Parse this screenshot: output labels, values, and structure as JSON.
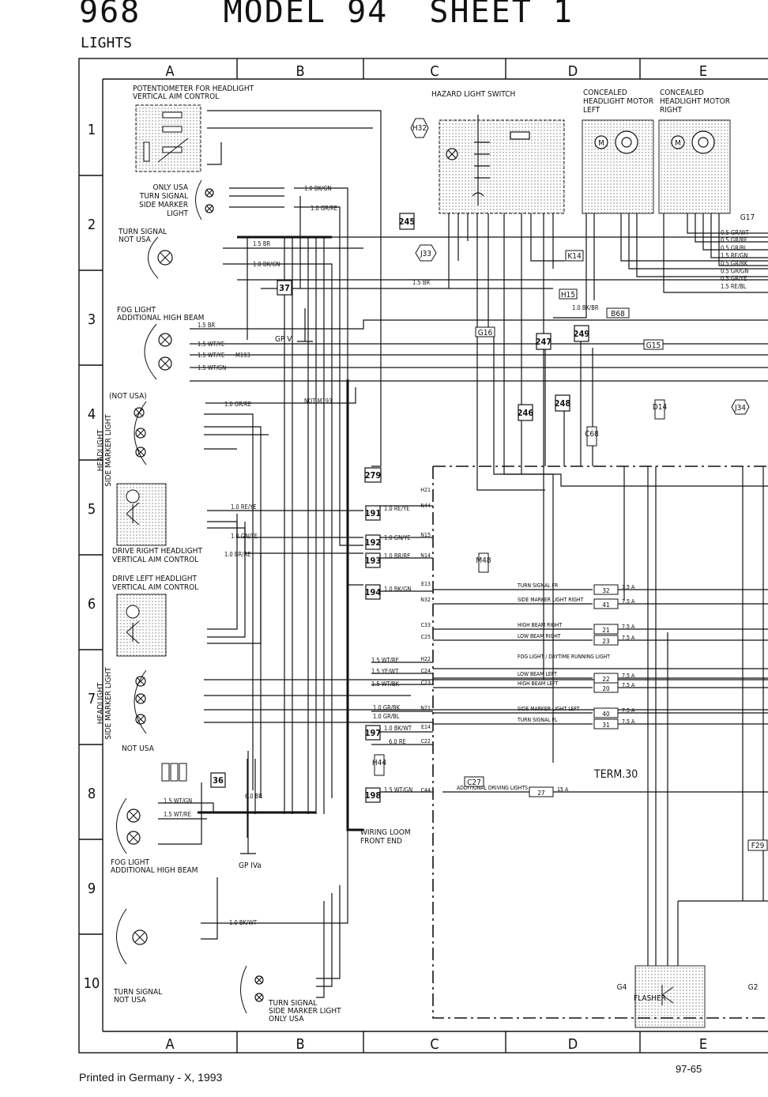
{
  "header": {
    "title": "968    MODEL 94  SHEET 1",
    "subtitle": "LIGHTS"
  },
  "grid": {
    "columns": [
      "A",
      "B",
      "C",
      "D",
      "E"
    ],
    "rows": [
      "1",
      "2",
      "3",
      "4",
      "5",
      "6",
      "7",
      "8",
      "9",
      "10"
    ]
  },
  "components": {
    "pot_headlight_aim": [
      "POTENTIOMETER FOR HEADLIGHT",
      "VERTICAL AIM CONTROL"
    ],
    "hazard_switch": "HAZARD LIGHT SWITCH",
    "concealed_left": [
      "CONCEALED",
      "HEADLIGHT MOTOR",
      "LEFT"
    ],
    "concealed_right": [
      "CONCEALED",
      "HEADLIGHT MOTOR",
      "RIGHT"
    ],
    "turn_signal_side_marker_top": [
      "ONLY USA",
      "TURN SIGNAL",
      "SIDE MARKER",
      "LIGHT"
    ],
    "turn_signal_top": [
      "TURN SIGNAL",
      "NOT USA"
    ],
    "fog_light_top": [
      "FOG LIGHT",
      "ADDITIONAL HIGH BEAM"
    ],
    "not_usa": "(NOT USA)",
    "headlight_side_marker": [
      "HEADLIGHT",
      "SIDE MARKER LIGHT"
    ],
    "drive_right": [
      "DRIVE RIGHT HEADLIGHT",
      "VERTICAL AIM CONTROL"
    ],
    "drive_left": [
      "DRIVE LEFT HEADLIGHT",
      "VERTICAL AIM CONTROL"
    ],
    "not_usa_plain": "NOT USA",
    "fog_light_bottom": [
      "FOG LIGHT",
      "ADDITIONAL HIGH BEAM"
    ],
    "turn_signal_bottom": [
      "TURN SIGNAL",
      "NOT USA"
    ],
    "turn_signal_side_marker_bottom": [
      "TURN SIGNAL",
      "SIDE MARKER LIGHT",
      "ONLY USA"
    ],
    "wiring_loom": [
      "WIRING LOOM",
      "FRONT END"
    ],
    "flasher": "FLASHER",
    "term30": "TERM.30",
    "gp_v": "GP V",
    "gp_iv": "GP IVa"
  },
  "connectors": {
    "box_labels": [
      "245",
      "37",
      "279",
      "191",
      "192",
      "193",
      "194",
      "197",
      "198",
      "36",
      "246",
      "247",
      "248",
      "249"
    ],
    "plugs": [
      "H32",
      "J33",
      "K14",
      "H15",
      "B68",
      "G15",
      "G16",
      "J34",
      "M48",
      "H44",
      "C27",
      "F29",
      "G4",
      "G2",
      "D14",
      "C68",
      "G17"
    ]
  },
  "fuses": [
    {
      "label": "TURN SIGNAL  FR",
      "num": "32",
      "amp": "7.5 A"
    },
    {
      "label": "SIDE MARKER LIGHT  RIGHT",
      "num": "41",
      "amp": "7.5 A"
    },
    {
      "label": "HIGH BEAM  RIGHT",
      "num": "21",
      "amp": "7.5 A"
    },
    {
      "label": "LOW BEAM  RIGHT",
      "num": "23",
      "amp": "7.5 A"
    },
    {
      "label": "FOG LIGHT / DAYTIME RUNNING LIGHT",
      "num": "",
      "amp": ""
    },
    {
      "label": "LOW BEAM   LEFT",
      "num": "22",
      "amp": "7.5 A"
    },
    {
      "label": "HIGH BEAM   LEFT",
      "num": "20",
      "amp": "7.5 A"
    },
    {
      "label": "SIDE MARKER LIGHT  LEFT",
      "num": "40",
      "amp": "7.5 A"
    },
    {
      "label": "TURN SIGNAL  FL",
      "num": "31",
      "amp": "7.5 A"
    },
    {
      "label": "ADDITIONAL DRIVING LIGHTS",
      "num": "27",
      "amp": "15 A"
    }
  ],
  "wire_labels": {
    "w1": "1.0 BK/GN",
    "w2": "1.0 GR/RE",
    "w3": "1.5 BR",
    "w4": "1.0 BK/GN",
    "w5": "1.5 BR",
    "w6": "1.5 WT/YE",
    "w7": "1.5 WT/YE",
    "w8": "1.5 WT/GN",
    "w9": "1.0 GR/RE",
    "w10": "1.0 RE/YE",
    "w11": "1.0 GN/YE",
    "w12": "1.0 BR/RE",
    "w13": "1.0 RE/YE",
    "w14": "1.0 GN/YE",
    "w15": "1.0 BR/RE",
    "w16": "1.0 BK/GN",
    "w17": "1.5 WT/RE",
    "w18": "1.5 YE/WT",
    "w19": "1.5 WT/BK",
    "w20": "1.0 GR/BK",
    "w21": "1.0 GR/BL",
    "w22": "1.0 BK/WT",
    "w23": "6.0 RE",
    "w24": "1.5 WT/GN",
    "w25": "1.5 WT/GN",
    "w26": "1.5 WT/RE",
    "w27": "1.0 BK/WT",
    "w28": "1.0 BK/BR",
    "w29": "1.5 BR",
    "w30": "6.0 BR",
    "w31": "NOT M193",
    "w32": "M193"
  },
  "bus_wires": [
    "0.5 GR/WT",
    "0.5 GR/RE",
    "0.5 GR/BL",
    "1.5 RE/GN",
    "0.5 GR/BK",
    "0.5 GR/GN",
    "0.5 GR/YE",
    "1.5 RE/BL"
  ],
  "pin_labels": {
    "n44": "N44",
    "n15": "N15",
    "n14": "N14",
    "e13": "E13",
    "n32": "N32",
    "c33": "C33",
    "c25": "C25",
    "h22": "H22",
    "c24": "C24",
    "c23": "C23",
    "n21": "N21",
    "e14": "E14",
    "c22": "C22",
    "c44": "C44",
    "h21": "H21"
  },
  "footer": {
    "printed": "Printed in Germany - X, 1993",
    "page": "97-65"
  }
}
